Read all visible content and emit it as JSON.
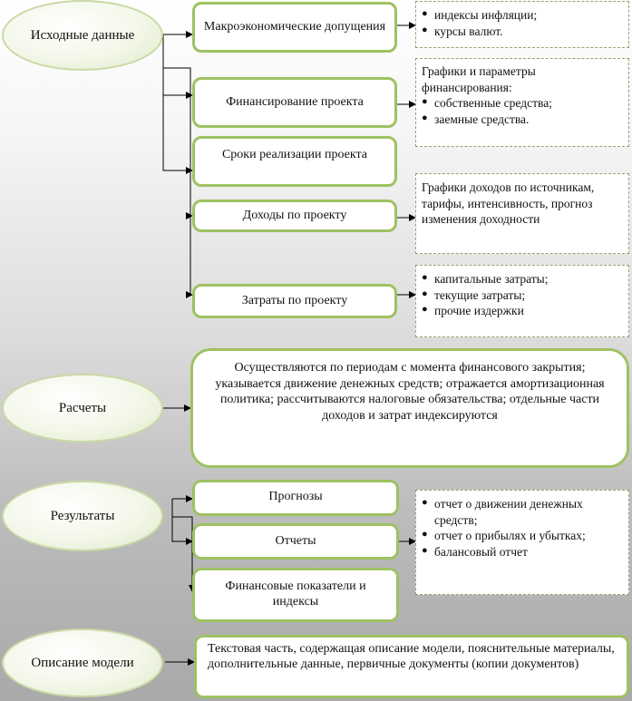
{
  "groups": {
    "inputs": "Исходные данные",
    "calculations": "Расчеты",
    "results": "Результаты",
    "model_description": "Описание модели"
  },
  "input_boxes": {
    "macro": "Макроэкономические допущения",
    "financing": "Финансирование проекта",
    "timeline": "Сроки реализации проекта",
    "revenue": "Доходы по проекту",
    "costs": "Затраты по проекту"
  },
  "notes": {
    "macro_items": [
      "индексы инфляции;",
      "курсы валют."
    ],
    "financing_lead": "Графики и параметры финансирования:",
    "financing_items": [
      "собственные средства;",
      "заемные средства."
    ],
    "revenue_text": "Графики доходов по источникам, тарифы, интенсивность, прогноз изменения доходности",
    "costs_items": [
      "капитальные затраты;",
      "текущие затраты;",
      "прочие издержки"
    ],
    "reports_items": [
      "отчет о движении денежных средств;",
      "отчет о прибылях и убытках;",
      "балансовый отчет"
    ]
  },
  "calc_box": "Осуществляются по периодам с момента финансового закрытия; указывается движение денежных средств; отражается амортизационная политика; рассчитываются налоговые обязательства; отдельные части доходов и затрат индексируются",
  "result_boxes": {
    "forecasts": "Прогнозы",
    "reports": "Отчеты",
    "indicators": "Финансовые показатели и индексы"
  },
  "model_box": "Текстовая часть, содержащая описание модели, пояснительные материалы, дополнительные данные, первичные документы (копии документов)"
}
